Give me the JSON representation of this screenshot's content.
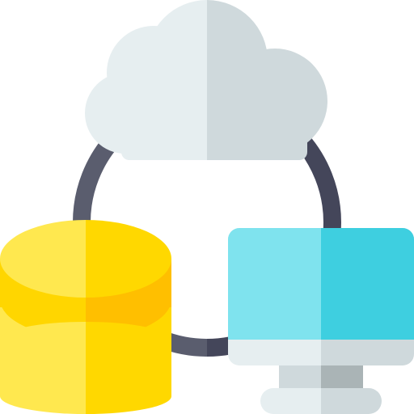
{
  "icon": {
    "name": "cloud-database-computer-network-icon",
    "parts": [
      "ring-connector",
      "cloud",
      "database",
      "monitor"
    ],
    "colors": {
      "ring_left": "#5a5d6e",
      "ring_right": "#44465a",
      "cloud_left": "#e6eef0",
      "cloud_right": "#cfd9dc",
      "db_left": "#ffe84f",
      "db_right": "#ffd800",
      "db_band_left": "#ffd600",
      "db_band_right": "#ffbf00",
      "screen_left": "#7fe3ee",
      "screen_right": "#3ecfe0",
      "bezel_left": "#e6eef0",
      "bezel_right": "#cfd9dc",
      "stand_left": "#cfd9dc",
      "stand_right": "#aab4b6"
    }
  }
}
